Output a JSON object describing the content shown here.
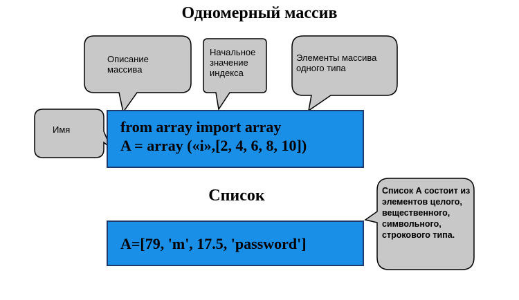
{
  "title": "Одномерный массив",
  "list_heading": "Список",
  "callouts": {
    "description": "Описание массива",
    "start_index": "Начальное значение индекса",
    "elements": "Элементы массива одного типа",
    "name": "Имя",
    "list_note": "Список А состоит из элементов целого, вещественного, символьного, строкового типа."
  },
  "code_array": {
    "line1": "from array import array",
    "line2": "A = array («i»,[2, 4, 6, 8, 10])"
  },
  "code_list": {
    "line1": "A=[79, 'm', 17.5, 'password']"
  },
  "colors": {
    "code_box_fill": "#1a8fe8",
    "code_box_border": "#1b3a6e",
    "callout_fill": "#c8c8c8",
    "callout_border": "#000000"
  }
}
